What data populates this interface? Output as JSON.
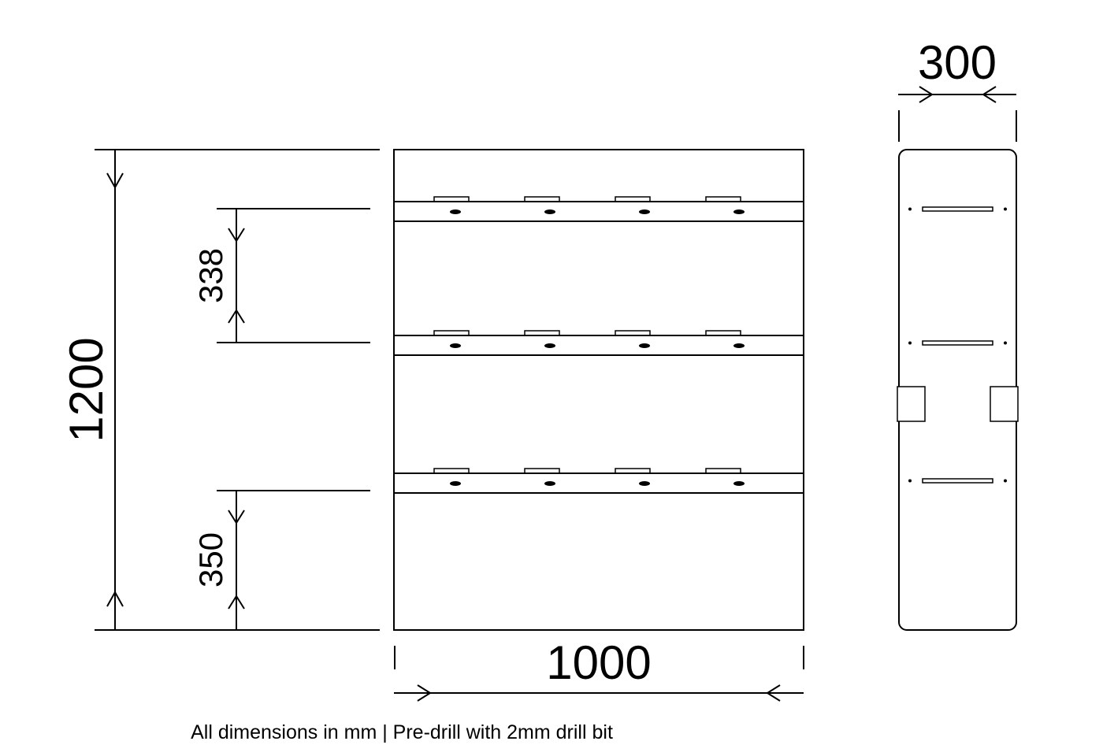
{
  "dimensions": {
    "total_height": "1200",
    "shelf_spacing": "338",
    "bottom_gap": "350",
    "total_width": "1000",
    "side_depth": "300"
  },
  "caption": "All dimensions in mm | Pre-drill with 2mm drill bit"
}
